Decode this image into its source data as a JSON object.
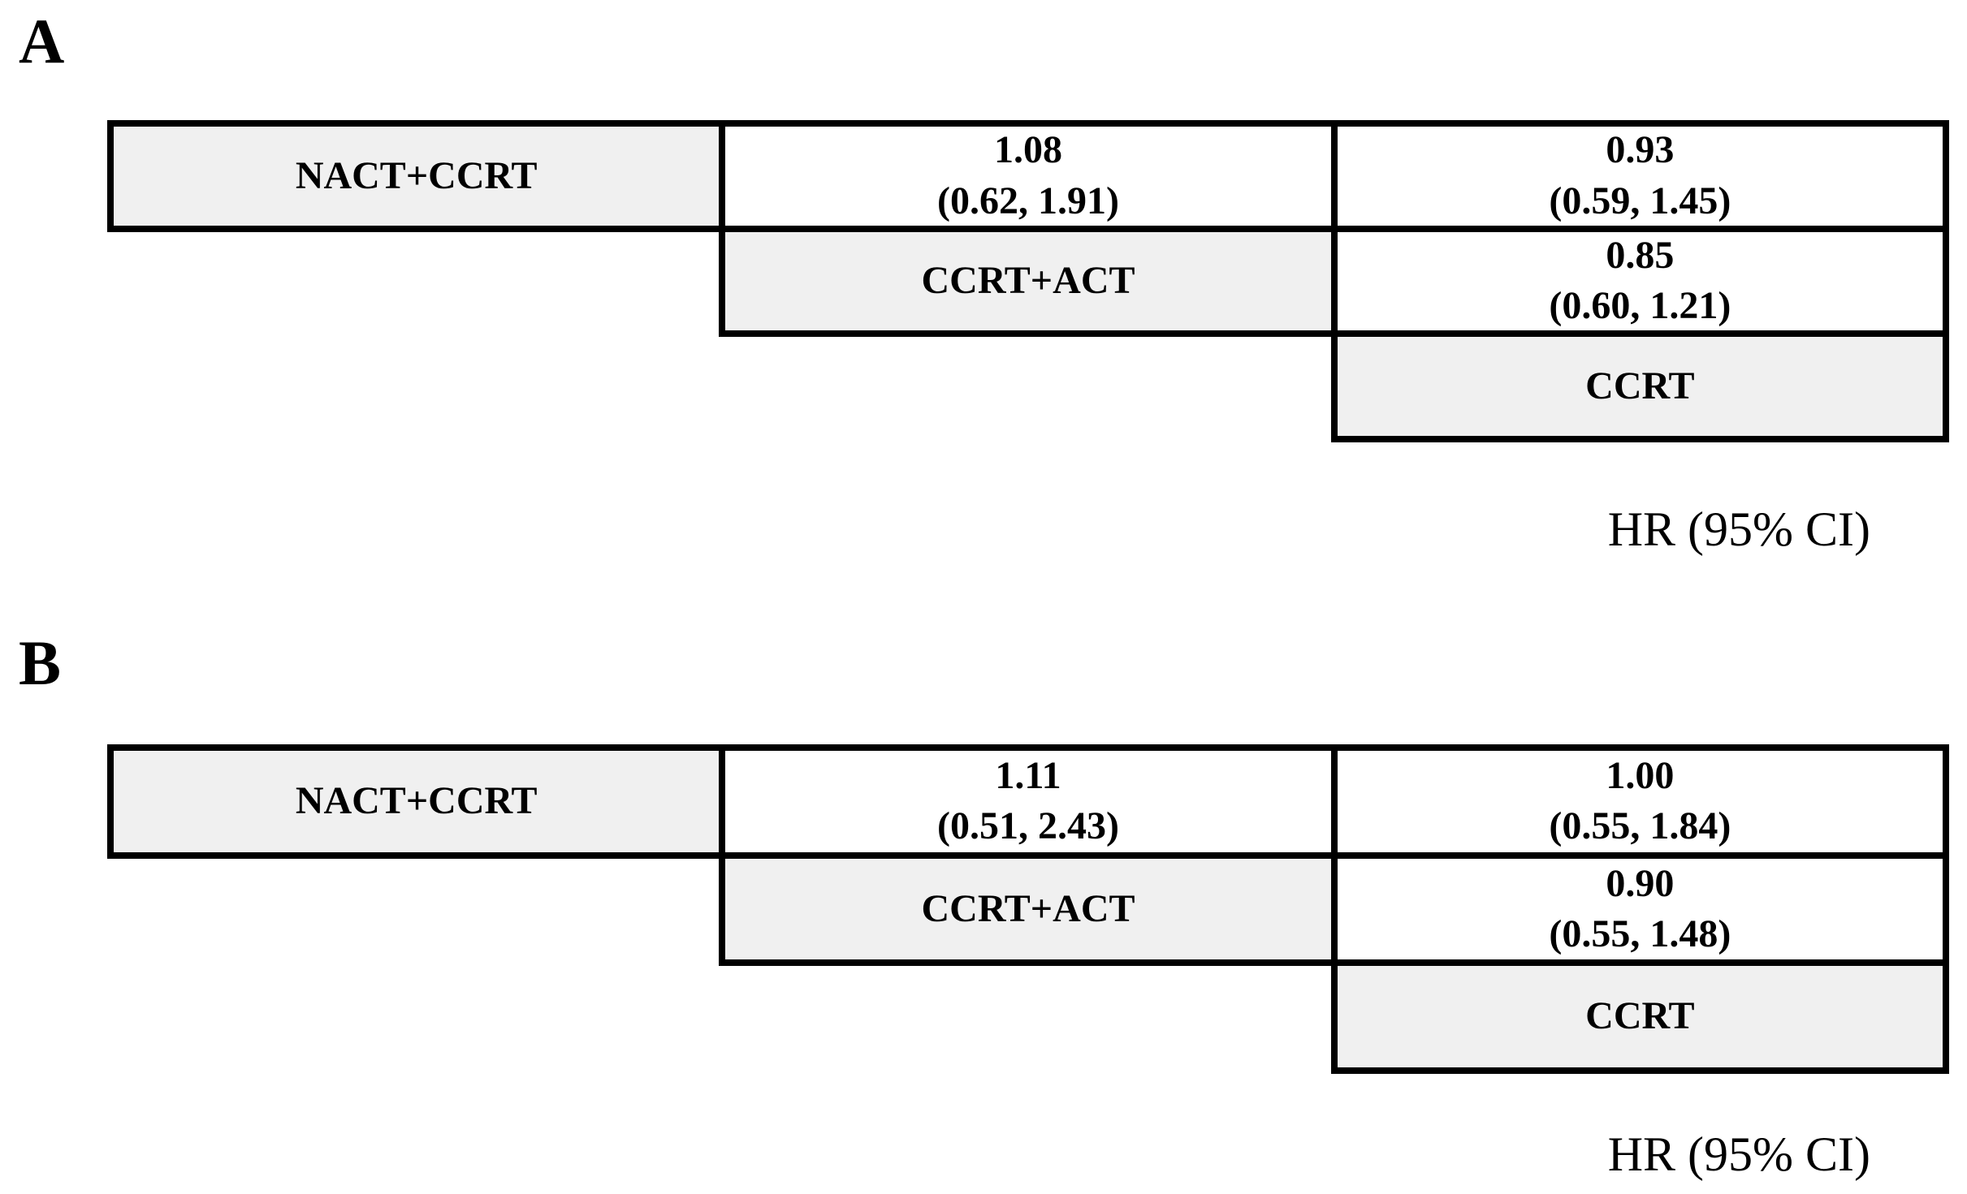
{
  "figure": {
    "gray_cell_color": "#f0f0f0",
    "border_color": "#000000",
    "panels": [
      {
        "label": "A",
        "treatments": [
          "NACT+CCRT",
          "CCRT+ACT",
          "CCRT"
        ],
        "comparisons": [
          {
            "row": "NACT+CCRT",
            "col": "CCRT+ACT",
            "hr": "1.08",
            "ci": "(0.62, 1.91)"
          },
          {
            "row": "NACT+CCRT",
            "col": "CCRT",
            "hr": "0.93",
            "ci": "(0.59, 1.45)"
          },
          {
            "row": "CCRT+ACT",
            "col": "CCRT",
            "hr": "0.85",
            "ci": "(0.60, 1.21)"
          }
        ],
        "axis_label": "HR (95% CI)"
      },
      {
        "label": "B",
        "treatments": [
          "NACT+CCRT",
          "CCRT+ACT",
          "CCRT"
        ],
        "comparisons": [
          {
            "row": "NACT+CCRT",
            "col": "CCRT+ACT",
            "hr": "1.11",
            "ci": "(0.51, 2.43)"
          },
          {
            "row": "NACT+CCRT",
            "col": "CCRT",
            "hr": "1.00",
            "ci": "(0.55, 1.84)"
          },
          {
            "row": "CCRT+ACT",
            "col": "CCRT",
            "hr": "0.90",
            "ci": "(0.55, 1.48)"
          }
        ],
        "axis_label": "HR (95% CI)"
      }
    ]
  },
  "chart_data": [
    {
      "type": "table",
      "title": "Panel A: network meta-analysis league table",
      "value_label": "HR (95% CI)",
      "treatments": [
        "NACT+CCRT",
        "CCRT+ACT",
        "CCRT"
      ],
      "comparisons": [
        {
          "row": "NACT+CCRT",
          "col": "CCRT+ACT",
          "hr": 1.08,
          "ci_low": 0.62,
          "ci_high": 1.91
        },
        {
          "row": "NACT+CCRT",
          "col": "CCRT",
          "hr": 0.93,
          "ci_low": 0.59,
          "ci_high": 1.45
        },
        {
          "row": "CCRT+ACT",
          "col": "CCRT",
          "hr": 0.85,
          "ci_low": 0.6,
          "ci_high": 1.21
        }
      ],
      "layout": "upper-triangular staircase, diagonal cells shaded with treatment names"
    },
    {
      "type": "table",
      "title": "Panel B: network meta-analysis league table",
      "value_label": "HR (95% CI)",
      "treatments": [
        "NACT+CCRT",
        "CCRT+ACT",
        "CCRT"
      ],
      "comparisons": [
        {
          "row": "NACT+CCRT",
          "col": "CCRT+ACT",
          "hr": 1.11,
          "ci_low": 0.51,
          "ci_high": 2.43
        },
        {
          "row": "NACT+CCRT",
          "col": "CCRT",
          "hr": 1.0,
          "ci_low": 0.55,
          "ci_high": 1.84
        },
        {
          "row": "CCRT+ACT",
          "col": "CCRT",
          "hr": 0.9,
          "ci_low": 0.55,
          "ci_high": 1.48
        }
      ],
      "layout": "upper-triangular staircase, diagonal cells shaded with treatment names"
    }
  ]
}
